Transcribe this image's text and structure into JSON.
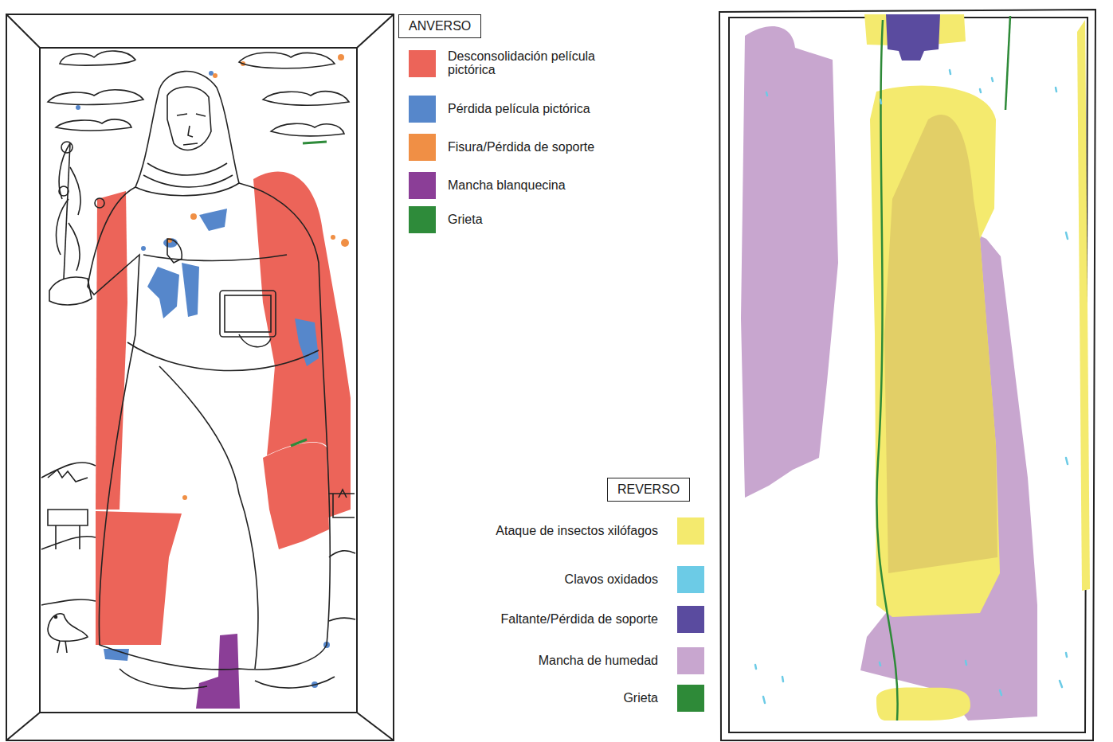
{
  "diagram": {
    "nodes": [
      {
        "text": [
          "ANVERSO"
        ]
      },
      {
        "text": [
          "REVERSO"
        ]
      }
    ],
    "legend": [
      {
        "text": "Desconsolidación película pictórica",
        "color": "#ec6459"
      },
      {
        "text": "Pérdida película pictórica",
        "color": "#5687cb"
      },
      {
        "text": "Fisura/Pérdida de soporte",
        "color": "#f08f45"
      },
      {
        "text": "Mancha blanquecina",
        "color": "#8b3e97"
      },
      {
        "text": "Grieta",
        "color": "#2e8b3a"
      },
      {
        "text": "Ataque de insectos xilófagos",
        "color": "#f4ea6e"
      },
      {
        "text": "Clavos oxidados",
        "color": "#6ccbe6"
      },
      {
        "text": "Faltante/Pérdida de soporte",
        "color": "#5a4b9f"
      },
      {
        "text": "Mancha de humedad",
        "color": "#c8a6cf"
      },
      {
        "text": "Grieta",
        "color": "#2e8a38"
      }
    ]
  }
}
